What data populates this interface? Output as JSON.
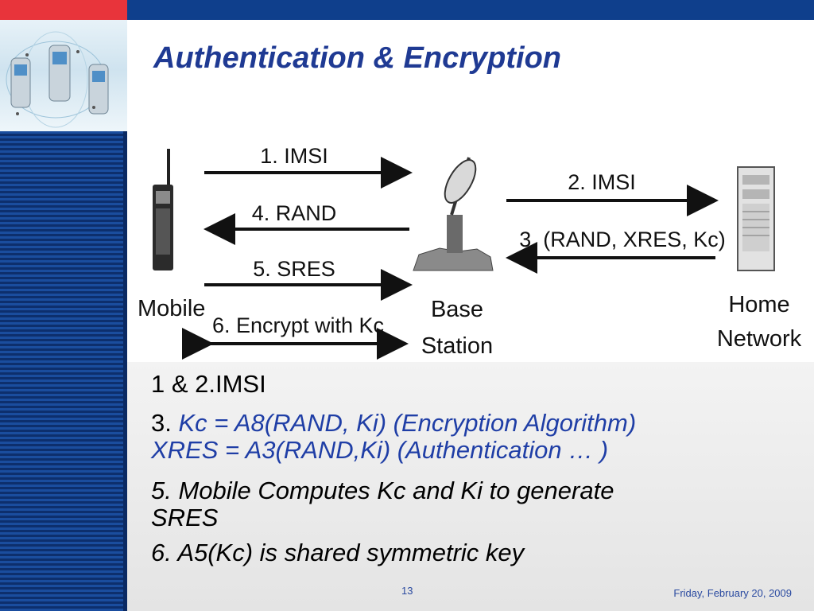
{
  "slide": {
    "title": "Authentication & Encryption",
    "page_number": "13",
    "date": "Friday, February 20, 2009"
  },
  "diagram": {
    "nodes": {
      "mobile": "Mobile",
      "base_station_line1": "Base",
      "base_station_line2": "Station",
      "home_network_line1": "Home",
      "home_network_line2": "Network"
    },
    "messages": {
      "m1": "1. IMSI",
      "m2": "2. IMSI",
      "m3": "3. (RAND, XRES, Kc)",
      "m4": "4. RAND",
      "m5": "5. SRES",
      "m6": "6. Encrypt with Kc"
    }
  },
  "bullets": {
    "b1": "1 & 2.IMSI",
    "b2_num": "3.",
    "b2_line1": "Kc = A8(RAND, Ki) (Encryption Algorithm)",
    "b2_line2": "XRES = A3(RAND,Ki) (Authentication …    )",
    "b3_line1": "5. Mobile Computes Kc and Ki to generate",
    "b3_line2": "SRES",
    "b4": "6. A5(Kc) is shared symmetric key"
  }
}
